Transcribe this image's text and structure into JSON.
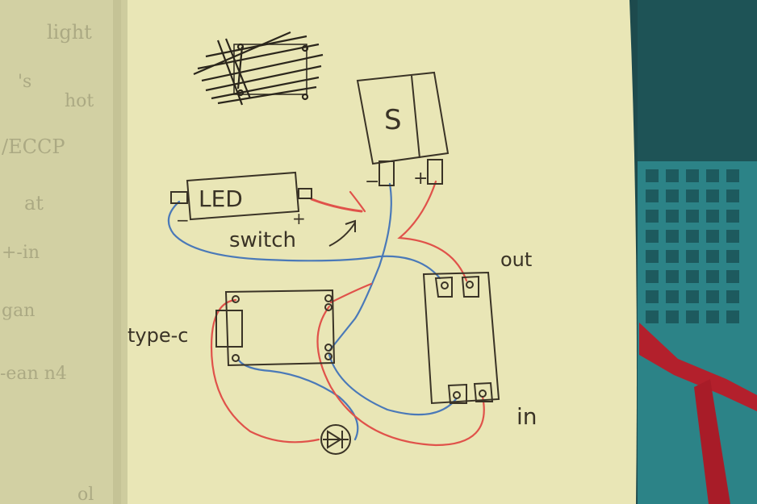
{
  "colors": {
    "page": "#e9e6b6",
    "left_page": "#d4d2a6",
    "ink": "#3a3326",
    "red_wire": "#e0524a",
    "blue_wire": "#4a79b8",
    "teal_mat": "#2f8d92",
    "red_band": "#b3202c"
  },
  "labels": {
    "led": "LED",
    "led_minus": "−",
    "led_plus": "+",
    "switch": "switch",
    "psu_symbol": "S",
    "psu_minus": "−",
    "psu_plus": "+",
    "out": "out",
    "in": "in",
    "type_c": "type-c"
  },
  "left_page_fragments": [
    "light",
    "'s",
    "hot",
    "/ECCP",
    "at",
    "+-in",
    "gan",
    "-ean n4",
    "ol"
  ]
}
